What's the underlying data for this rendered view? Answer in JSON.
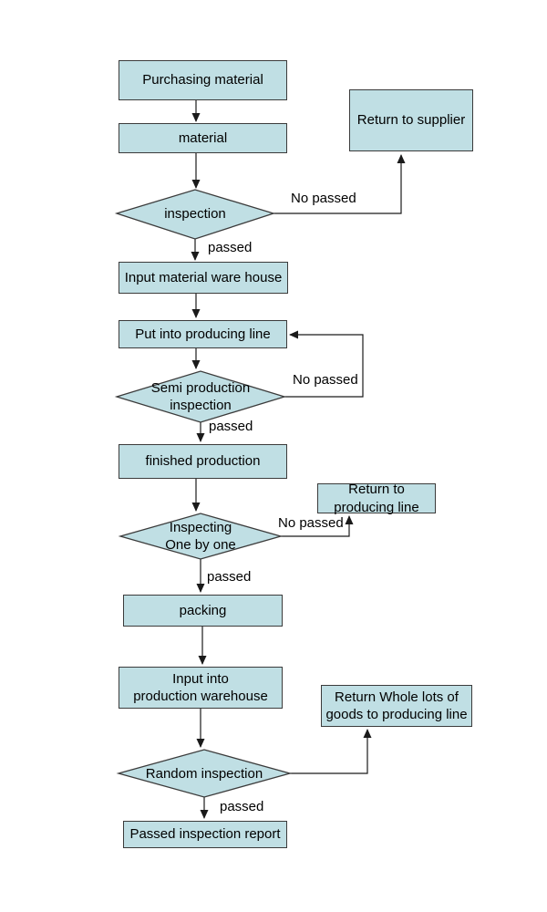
{
  "colors": {
    "background": "#ffffff",
    "shape_fill": "#c0dfe4",
    "shape_border": "#3b3b3b",
    "line": "#1a1a1a"
  },
  "nodes": {
    "purchasing": {
      "label": "Purchasing material"
    },
    "material": {
      "label": "material"
    },
    "return_supplier": {
      "label": "Return to supplier"
    },
    "inspection": {
      "label": "inspection"
    },
    "input_material": {
      "label": "Input material ware house"
    },
    "put_into_line": {
      "label": "Put into producing line"
    },
    "semi_inspection": {
      "label": "Semi production\ninspection"
    },
    "finished": {
      "label": "finished production"
    },
    "return_producing": {
      "label": "Return to\nproducing line"
    },
    "inspect_one_by_one": {
      "label": "Inspecting\nOne by one"
    },
    "packing": {
      "label": "packing"
    },
    "input_warehouse": {
      "label": "Input into\nproduction warehouse"
    },
    "return_whole_lots": {
      "label": "Return Whole lots of\ngoods to producing line"
    },
    "passed_report": {
      "label": "Passed inspection report"
    }
  },
  "edge_labels": {
    "inspection_no": "No passed",
    "inspection_yes": "passed",
    "semi_no": "No passed",
    "semi_yes": "passed",
    "one_no": "No passed",
    "one_yes": "passed",
    "random_yes": "passed"
  },
  "diamond_random": {
    "label": "Random inspection"
  }
}
